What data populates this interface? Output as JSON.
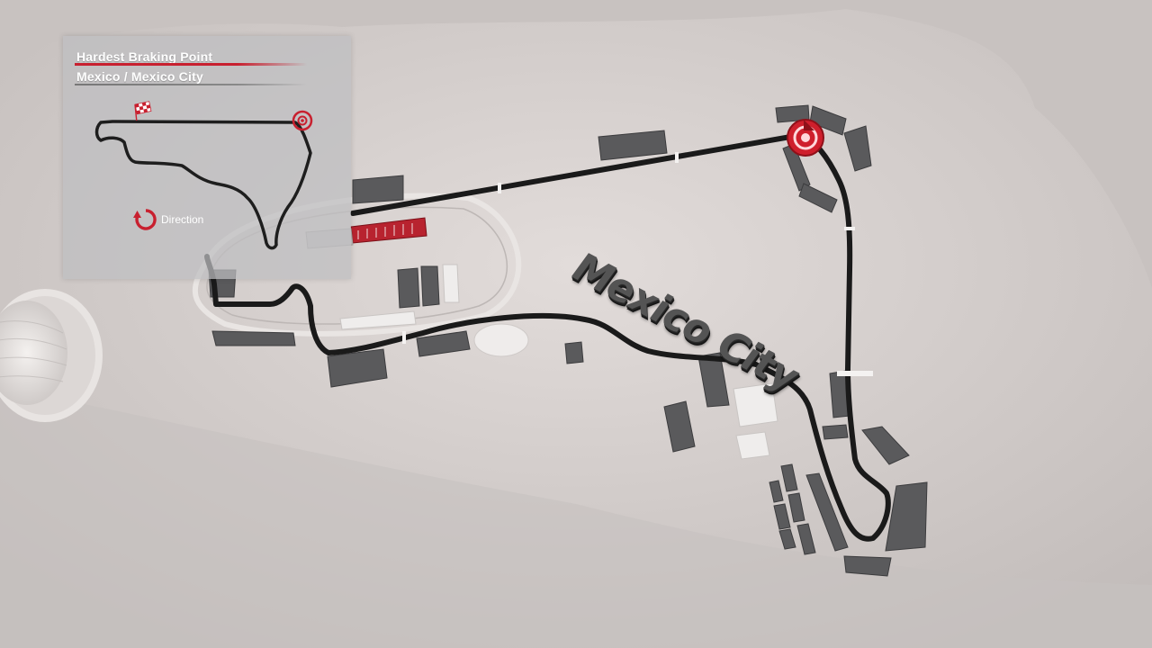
{
  "panel": {
    "title": "Hardest Braking Point",
    "subtitle": "Mexico / Mexico City"
  },
  "legend": {
    "direction_label": "Direction",
    "icon": "direction-icon"
  },
  "map": {
    "city_label": "Mexico City"
  },
  "colors": {
    "accent": "#c8202f",
    "track": "#1a1a1a",
    "ground": "#c9c3c1",
    "panel_bg": "#bebec0"
  },
  "icons": [
    "checkered-flag-icon",
    "braking-point-icon",
    "direction-icon"
  ]
}
